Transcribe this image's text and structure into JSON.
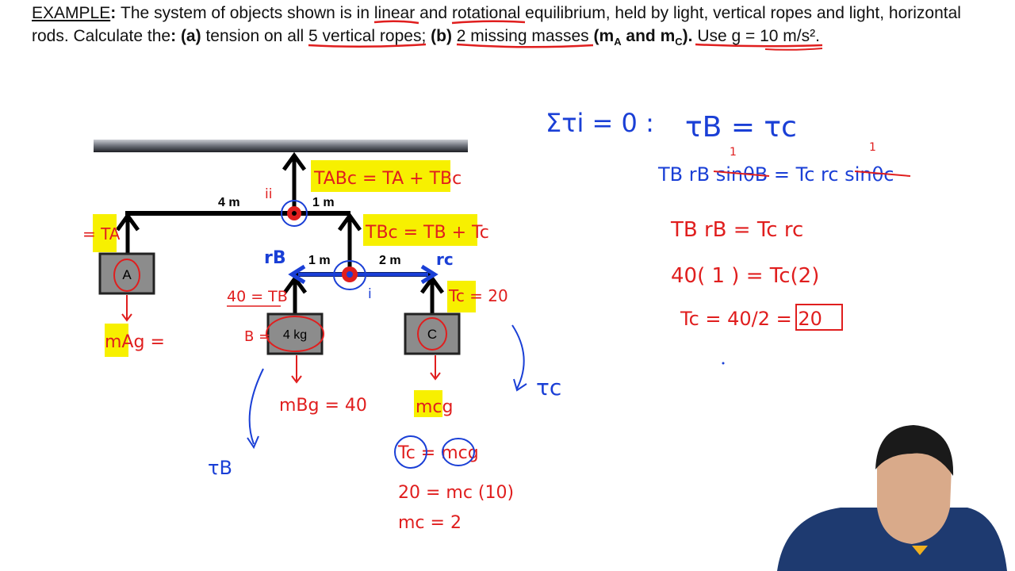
{
  "problem": {
    "example_label": "EXAMPLE",
    "colon": ": ",
    "t1": "The system of objects shown is in ",
    "linear": "linear",
    "and": " and ",
    "rotational": "rotational",
    "t2": " equilibrium, held by light, vertical ropes and light, horizontal rods. Calculate the",
    "colon2": ": ",
    "part_a": "(a)",
    "t3": " tension on all ",
    "five_ropes": "5 vertical ropes",
    "semicolon": ";",
    "part_b": " (b)",
    "sp": " ",
    "two_masses": "2 missing masses",
    "masses_paren": " (m",
    "sub_a": "A",
    "and2": " and m",
    "sub_c": "C",
    "close": ").",
    "use_g": " Use g = 10 m/s².",
    "colors": {
      "underline": "#e01e1e"
    }
  },
  "diagram": {
    "dist_4m": "4 m",
    "dist_1m_top": "1 m",
    "dist_1m_low": "1 m",
    "dist_2m": "2 m",
    "block_a": "A",
    "block_b": "4 kg",
    "block_c": "C",
    "pivot_ii": "ii",
    "pivot_i": "i",
    "rb": "rB",
    "rc": "rc"
  },
  "annotations": {
    "t_abc": "TABc = TA + TBc",
    "t_bc": "TBc = TB + Tc",
    "eq_ta": "= TA",
    "eq_tb": "40 = TB",
    "eq_tc": "Tc = 20",
    "b_eq": "B =",
    "ma_g": "mAg =",
    "mb_g": "mBg = 40",
    "mc_g": "mcg",
    "tc_eq_mcg": "Tc = mcg",
    "twenty_eq": "20 = mc (10)",
    "mc_eq": "mc = 2",
    "tau_b": "τB",
    "tau_c": "τc",
    "sum_torque": "Στi = 0 :",
    "tau_eq": "τB = τc",
    "line1": "TB rB sinθB = Tc rc sinθc",
    "line2": "TB rB = Tc rc",
    "line3": "40( 1 ) = Tc(2)",
    "line4": "Tc = 40/2 = 20",
    "one_mark": "1",
    "colors": {
      "red": "#e01e1e",
      "blue": "#1a3fd6",
      "highlight": "#f7f000"
    }
  }
}
